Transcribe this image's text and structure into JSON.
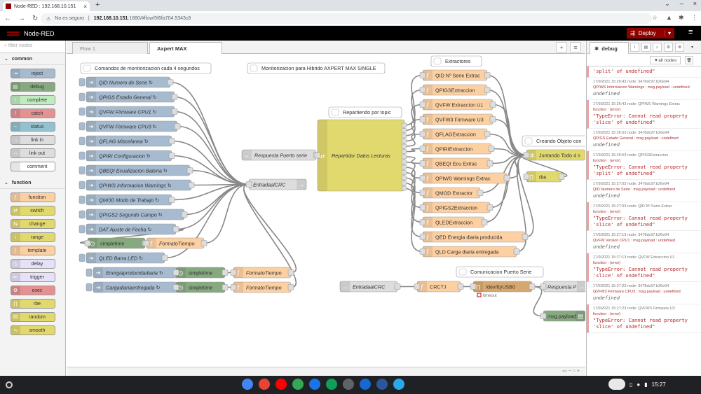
{
  "browser": {
    "tab_title": "Node-RED : 192.168.10.151",
    "not_secure": "No es seguro",
    "url_host": "192.168.10.151",
    "url_path": ":1880/#flow/5f6fa704.5343c8"
  },
  "header": {
    "app_name": "Node-RED",
    "deploy_label": "Deploy"
  },
  "palette": {
    "filter_placeholder": "filter nodes",
    "categories": [
      {
        "name": "common",
        "nodes": [
          {
            "label": "inject",
            "color": "#a6bbcf"
          },
          {
            "label": "debug",
            "color": "#87a980"
          },
          {
            "label": "complete",
            "color": "#c0edc0"
          },
          {
            "label": "catch",
            "color": "#e49191"
          },
          {
            "label": "status",
            "color": "#94c1d0"
          },
          {
            "label": "link in",
            "color": "#dddddd"
          },
          {
            "label": "link out",
            "color": "#dddddd"
          },
          {
            "label": "comment",
            "color": "#ffffff"
          }
        ]
      },
      {
        "name": "function",
        "nodes": [
          {
            "label": "function",
            "color": "#fdd0a2"
          },
          {
            "label": "switch",
            "color": "#e2d96e"
          },
          {
            "label": "change",
            "color": "#e2d96e"
          },
          {
            "label": "range",
            "color": "#e2d96e"
          },
          {
            "label": "template",
            "color": "#fdd0a2"
          },
          {
            "label": "delay",
            "color": "#e6e0f8"
          },
          {
            "label": "trigger",
            "color": "#e6e0f8"
          },
          {
            "label": "exec",
            "color": "#e49191"
          },
          {
            "label": "rbe",
            "color": "#e2d96e"
          },
          {
            "label": "random",
            "color": "#e2d96e"
          },
          {
            "label": "smooth",
            "color": "#e2d96e"
          }
        ]
      }
    ]
  },
  "workspace": {
    "tabs": [
      {
        "label": "Flow 1",
        "active": false
      },
      {
        "label": "Axpert MAX",
        "active": true
      }
    ],
    "comments": [
      {
        "label": "Comandos de monitorizacion cada 4 segundos"
      },
      {
        "label": "Monitorizacion para Hibrido AXPERT MAX SINGLE"
      },
      {
        "label": "Extractores"
      },
      {
        "label": "Repartiendo por topic"
      },
      {
        "label": "Creando Objeto con"
      },
      {
        "label": "Comunicacion Puerto Serie"
      }
    ],
    "inject_nodes": [
      {
        "label": "QID Numero de Serie ↻"
      },
      {
        "label": "QPIGS Estado General ↻"
      },
      {
        "label": "QVFW Firmware CPU1 ↻"
      },
      {
        "label": "QVFW Firmware CPU3 ↻"
      },
      {
        "label": "QFLAG Miscelanea ↻"
      },
      {
        "label": "QPIRI Configuracion ↻"
      },
      {
        "label": "QBEQI Ecualizacion Bateria ↻"
      },
      {
        "label": "QPIWS Informacion Warnings ↻"
      },
      {
        "label": "QMOD Modo de Trabajo ↻"
      },
      {
        "label": "QPIGS2 Segundo Campo ↻"
      },
      {
        "label": "DAT Ajuste de Fecha ↻"
      },
      {
        "label": "QLED Barra LED ↻"
      },
      {
        "label": "Energiaproducidadiaria ↻"
      },
      {
        "label": "Cargadiariaentregada ↻"
      }
    ],
    "extractor_nodes": [
      {
        "label": "QID Nº Serie Extrac"
      },
      {
        "label": "QPIGSExtraccion"
      },
      {
        "label": "QVFW Extraccion U1"
      },
      {
        "label": "QVFW3 Firmware U3"
      },
      {
        "label": "QFLAGExtraccion"
      },
      {
        "label": "QPIRIExtraccion"
      },
      {
        "label": "QBEQI Ecu Extrac"
      },
      {
        "label": "QPIWS Warnings Extrac"
      },
      {
        "label": "QMOD Extractor"
      },
      {
        "label": "QPIGS2Extraccion"
      },
      {
        "label": "QLEDExtraccion"
      },
      {
        "label": "QED Energia diaria producida"
      },
      {
        "label": "QLD Carga diaria entregada"
      }
    ],
    "other_nodes": {
      "simpletime": "simpletime",
      "formato": "FormatoTiempo",
      "respuesta": "Respuesta Puerto serie",
      "repartidor": "Repartidor Datos Lecturas",
      "entrada": "EntradaalCRC",
      "juntando": "Juntando Todo 4 s",
      "rbe": "rbe",
      "crctj": "CRCTJ",
      "serial": "/dev/ttyUSB0",
      "timeout": "timeout",
      "respuesta2": "Respuesta P",
      "msgpayload": "msg.payload"
    }
  },
  "sidebar": {
    "tab": "debug",
    "filter": "all nodes",
    "messages": [
      {
        "meta": "",
        "topic": "",
        "value": "'split' of undefined\"",
        "kind": "str",
        "err": true
      },
      {
        "meta": "17/9/2021 15:26:43   node: 3478dc97.b26e94",
        "topic": "QPIWS Informacion Warnings : msg.payload : undefined",
        "value": "undefined",
        "kind": "und",
        "err": false
      },
      {
        "meta": "17/9/2021 15:26:43   node: QPIWS Warnings Extrac",
        "topic": "function : (error)",
        "value": "\"TypeError: Cannot read property 'slice' of undefined\"",
        "kind": "str",
        "err": true
      },
      {
        "meta": "17/9/2021 15:26:53   node: 3478dc97.b26e94",
        "topic": "QPIGS Estado General : msg.payload : undefined",
        "value": "undefined",
        "kind": "und",
        "err": false
      },
      {
        "meta": "17/9/2021 15:26:53   node: QPIGSExtraccion",
        "topic": "function : (error)",
        "value": "\"TypeError: Cannot read property 'split' of undefined\"",
        "kind": "str",
        "err": true
      },
      {
        "meta": "17/9/2021 15:27:03   node: 3478dc97.b26e94",
        "topic": "QID Numero de Serie : msg.payload : undefined",
        "value": "undefined",
        "kind": "und",
        "err": false
      },
      {
        "meta": "17/9/2021 15:27:03   node: QID Nº Serie Extrac",
        "topic": "function : (error)",
        "value": "\"TypeError: Cannot read property 'slice' of undefined\"",
        "kind": "str",
        "err": true
      },
      {
        "meta": "17/9/2021 15:27:13   node: 3478dc97.b26e94",
        "topic": "QVFW Version CPU1 : msg.payload : undefined",
        "value": "undefined",
        "kind": "und",
        "err": false
      },
      {
        "meta": "17/9/2021 15:27:13   node: QVFW Extraccion U1",
        "topic": "function : (error)",
        "value": "\"TypeError: Cannot read property 'slice' of undefined\"",
        "kind": "str",
        "err": true
      },
      {
        "meta": "17/9/2021 15:27:23   node: 3478dc97.b26e94",
        "topic": "QVFW3 Firmware CPU3 : msg.payload : undefined",
        "value": "undefined",
        "kind": "und",
        "err": false
      },
      {
        "meta": "17/9/2021 15:27:23   node: QVFW3 Firmware U3",
        "topic": "function : (error)",
        "value": "\"TypeError: Cannot read property 'slice' of undefined\"",
        "kind": "str",
        "err": true
      }
    ]
  },
  "taskbar": {
    "time": "15:27"
  },
  "colors": {
    "inject": "#a6bbcf",
    "function": "#fdd0a2",
    "yellow": "#e2d96e",
    "debug": "#87a980",
    "grey": "#dddddd",
    "accent": "#8f0000"
  }
}
